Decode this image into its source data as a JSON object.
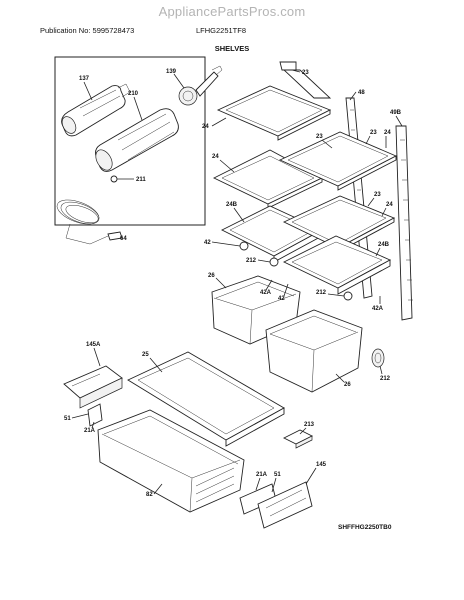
{
  "watermark": "AppliancePartsPros.com",
  "header": {
    "publication": "Publication No: 5995728473",
    "model": "LFHG2251TF8",
    "section": "SHELVES"
  },
  "footer_code": "SHFFHG2250TB0",
  "callouts": {
    "c137": "137",
    "c139": "139",
    "c210": "210",
    "c211": "211",
    "c64": "64",
    "c23a": "23",
    "c48": "48",
    "c24a": "24",
    "c23b": "23",
    "c49B": "49B",
    "c23c": "23",
    "c24b": "24",
    "c24c": "24",
    "c23d": "23",
    "c24B": "24B",
    "c24d": "24",
    "c42a": "42",
    "c212a": "212",
    "c24Bb": "24B",
    "c26a": "26",
    "c42Aa": "42A",
    "c42b": "42",
    "c212b": "212",
    "c42Ab": "42A",
    "c145A": "145A",
    "c25": "25",
    "c26b": "26",
    "c212c": "212",
    "c51a": "51",
    "c21Aa": "21A",
    "c213": "213",
    "c21Ab": "21A",
    "c51b": "51",
    "c145": "145",
    "c82": "82"
  }
}
